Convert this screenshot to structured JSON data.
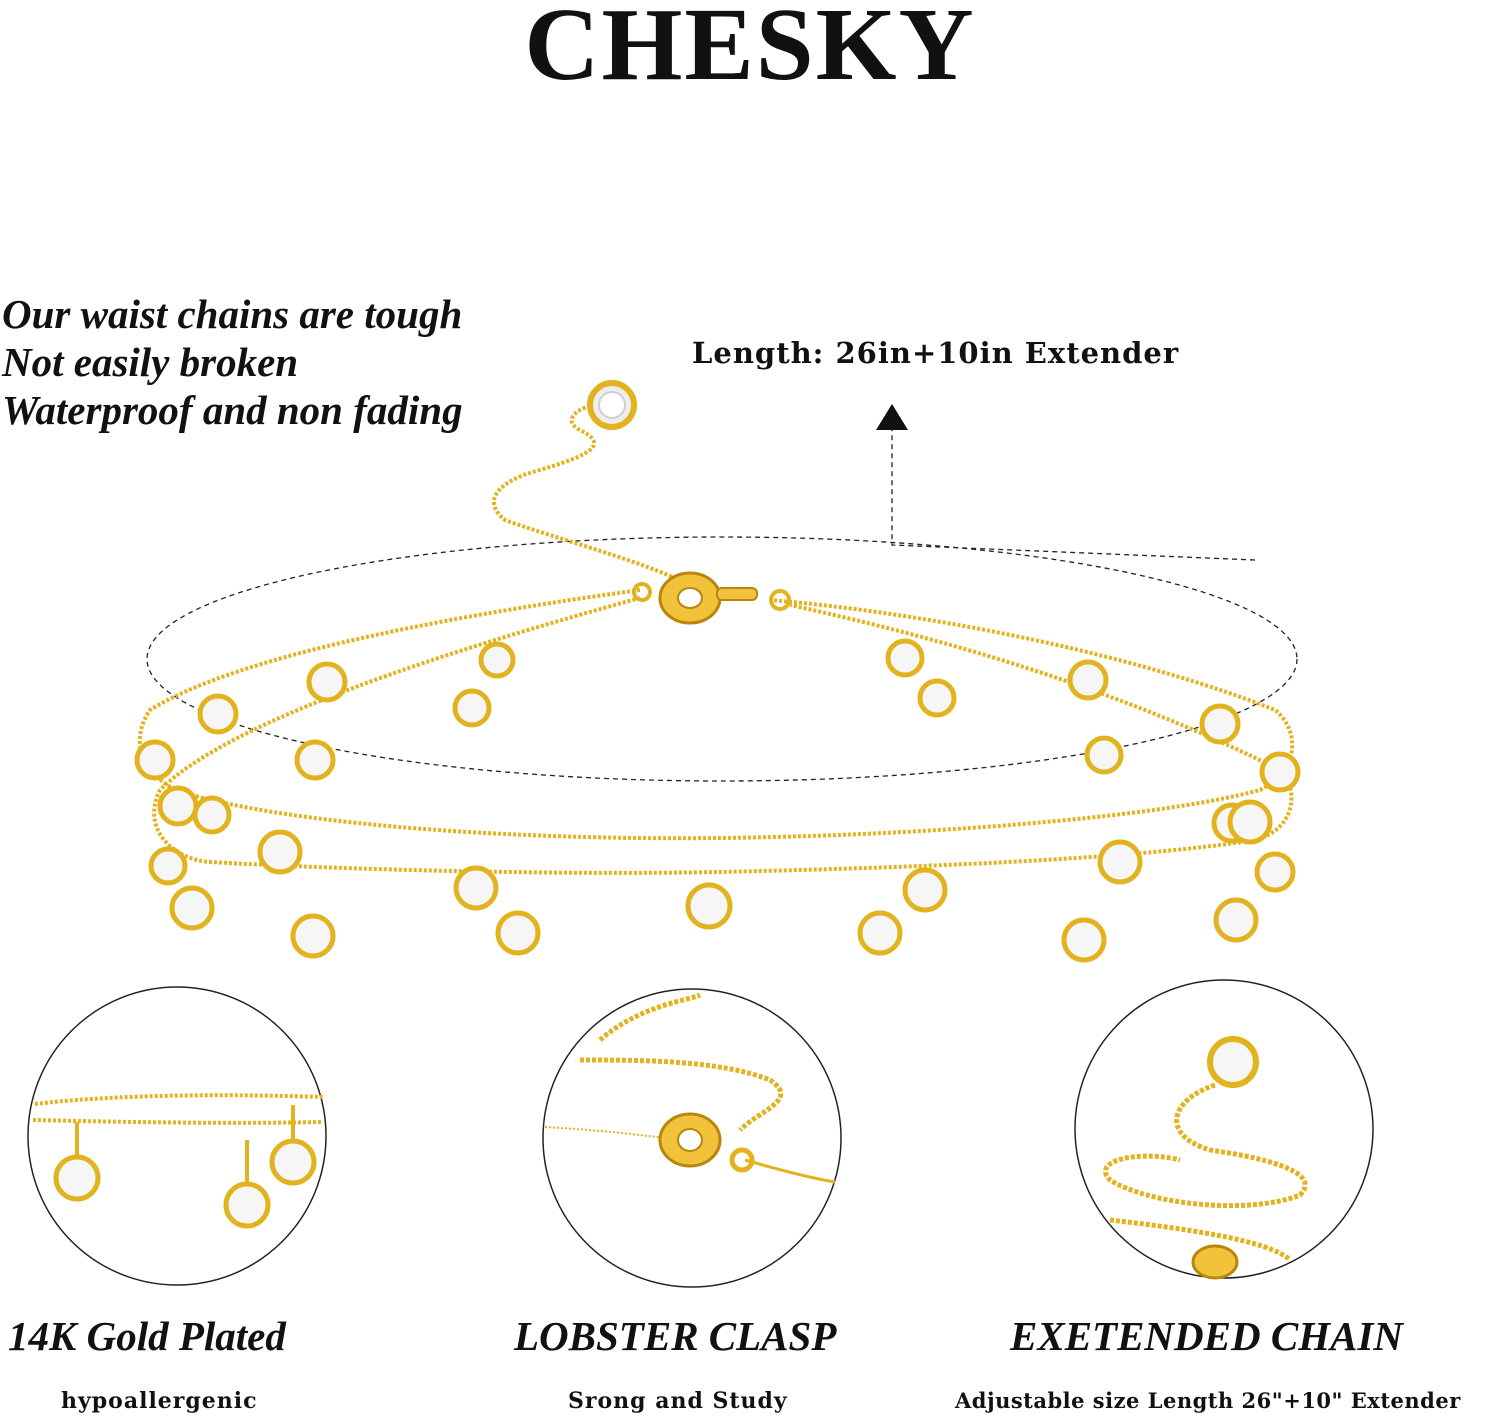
{
  "brand": "CHESKY",
  "claims": [
    "Our waist chains are tough",
    "Not easily broken",
    "Waterproof and non fading"
  ],
  "length_label": "Length: 26in+10in Extender",
  "colors": {
    "gold": "#e2b21f",
    "gold_dark": "#b8860b",
    "gem": "#f4f4f4",
    "text": "#111111"
  },
  "features": [
    {
      "title": "14K Gold Plated",
      "subtitle": "hypoallergenic"
    },
    {
      "title": "LOBSTER CLASP",
      "subtitle": "Srong and Study"
    },
    {
      "title": "EXETENDED CHAIN",
      "subtitle": "Adjustable size Length 26\"+10\" Extender"
    }
  ]
}
